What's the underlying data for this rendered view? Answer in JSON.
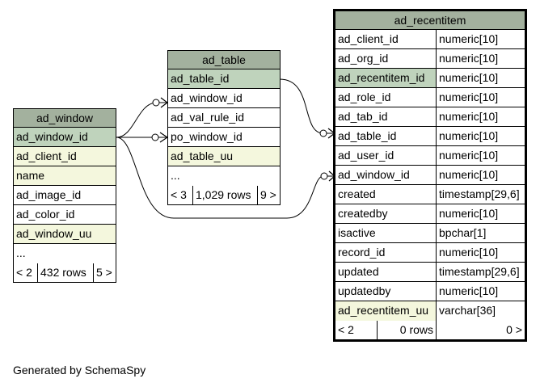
{
  "colors": {
    "header": "#a3b19e",
    "primary_key": "#bfd3bc",
    "indexed": "#f4f7dd",
    "plain": "#ffffff"
  },
  "tables": {
    "ad_window": {
      "name": "ad_window",
      "columns": [
        {
          "name": "ad_window_id",
          "kind": "pk"
        },
        {
          "name": "ad_client_id",
          "kind": "idx"
        },
        {
          "name": "name",
          "kind": "idx"
        },
        {
          "name": "ad_image_id",
          "kind": "plain"
        },
        {
          "name": "ad_color_id",
          "kind": "plain"
        },
        {
          "name": "ad_window_uu",
          "kind": "idx"
        },
        {
          "name": "...",
          "kind": "plain"
        }
      ],
      "footer": {
        "parents": "< 2",
        "rows": "432 rows",
        "children": "5 >"
      }
    },
    "ad_table": {
      "name": "ad_table",
      "columns": [
        {
          "name": "ad_table_id",
          "kind": "pk"
        },
        {
          "name": "ad_window_id",
          "kind": "plain"
        },
        {
          "name": "ad_val_rule_id",
          "kind": "plain"
        },
        {
          "name": "po_window_id",
          "kind": "plain"
        },
        {
          "name": "ad_table_uu",
          "kind": "idx"
        },
        {
          "name": "...",
          "kind": "plain"
        }
      ],
      "footer": {
        "parents": "< 3",
        "rows": "1,029 rows",
        "children": "9 >"
      }
    },
    "ad_recentitem": {
      "name": "ad_recentitem",
      "columns": [
        {
          "name": "ad_client_id",
          "type": "numeric[10]",
          "kind": "plain"
        },
        {
          "name": "ad_org_id",
          "type": "numeric[10]",
          "kind": "plain"
        },
        {
          "name": "ad_recentitem_id",
          "type": "numeric[10]",
          "kind": "pk"
        },
        {
          "name": "ad_role_id",
          "type": "numeric[10]",
          "kind": "plain"
        },
        {
          "name": "ad_tab_id",
          "type": "numeric[10]",
          "kind": "plain"
        },
        {
          "name": "ad_table_id",
          "type": "numeric[10]",
          "kind": "plain"
        },
        {
          "name": "ad_user_id",
          "type": "numeric[10]",
          "kind": "plain"
        },
        {
          "name": "ad_window_id",
          "type": "numeric[10]",
          "kind": "plain"
        },
        {
          "name": "created",
          "type": "timestamp[29,6]",
          "kind": "plain"
        },
        {
          "name": "createdby",
          "type": "numeric[10]",
          "kind": "plain"
        },
        {
          "name": "isactive",
          "type": "bpchar[1]",
          "kind": "plain"
        },
        {
          "name": "record_id",
          "type": "numeric[10]",
          "kind": "plain"
        },
        {
          "name": "updated",
          "type": "timestamp[29,6]",
          "kind": "plain"
        },
        {
          "name": "updatedby",
          "type": "numeric[10]",
          "kind": "plain"
        },
        {
          "name": "ad_recentitem_uu",
          "type": "varchar[36]",
          "kind": "idx"
        }
      ],
      "footer": {
        "parents": "< 2",
        "rows": "0 rows",
        "children": "0 >"
      }
    }
  },
  "relationships": [
    {
      "from": "ad_window.ad_window_id",
      "to": "ad_table.ad_window_id"
    },
    {
      "from": "ad_window.ad_window_id",
      "to": "ad_table.po_window_id"
    },
    {
      "from": "ad_table.ad_table_id",
      "to": "ad_recentitem.ad_table_id"
    },
    {
      "from": "ad_window.ad_window_id",
      "to": "ad_recentitem.ad_window_id"
    }
  ],
  "caption": "Generated by SchemaSpy"
}
